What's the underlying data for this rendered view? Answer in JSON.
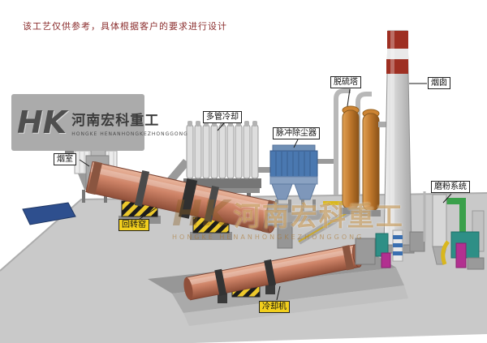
{
  "disclaimer": "该工艺仅供参考，具体根据客户的要求进行设计",
  "logo": {
    "monogram": "HK",
    "company": "河南宏科重工",
    "latin": "HONGKE HENANHONGKEZHONGGONG"
  },
  "watermark": {
    "monogram": "HK",
    "company": "河南宏科重工",
    "latin": "HONGKE HENANHONGKEZHONGGONG"
  },
  "equipment_labels": {
    "smoke_chamber": "烟室",
    "rotary_kiln": "回转窑",
    "multi_tube_cooler": "多管冷却",
    "pulse_dust_collector": "脉冲除尘器",
    "desulfurization_tower": "脱硫塔",
    "chimney": "烟囱",
    "grinding_system": "磨粉系统",
    "cooling_machine": "冷却机"
  },
  "colors": {
    "disclaimer_text": "#8b2e2e",
    "label_highlight_yellow": "#f2cf1d",
    "kiln_salmon": "#cf8468",
    "dust_collector_blue": "#4a78b0",
    "tower_orange": "#bd762b",
    "chimney_band_red": "#9e2f22",
    "grinder_teal": "#2e8f86",
    "accent_magenta": "#b23090",
    "hazard_yellow": "#edc92c",
    "ground_gray": "#c9c9c9",
    "watermark_tan": "#b47d2d"
  }
}
